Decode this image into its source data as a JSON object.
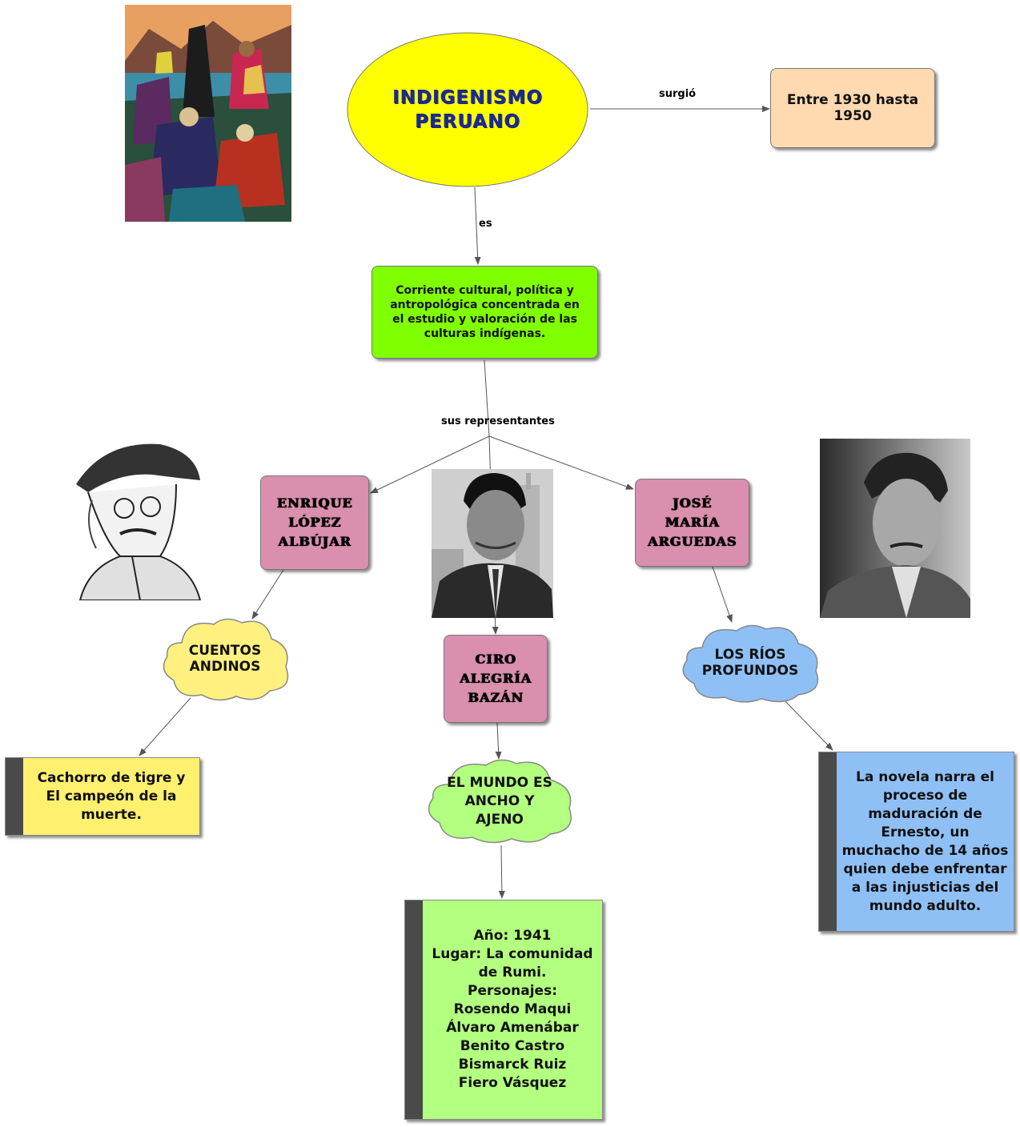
{
  "title": "INDIGENISMO PERUANO",
  "links": {
    "surgio": "surgió",
    "es": "es",
    "representantes": "sus representantes"
  },
  "nodes": {
    "period": "Entre 1930 hasta 1950",
    "definition": "Corriente cultural, política y antropológica concentrada en el estudio y valoración de las culturas indígenas.",
    "author_1": "ENRIQUE LÓPEZ ALBÚJAR",
    "author_2": "CIRO ALEGRÍA BAZÁN",
    "author_3": "JOSÉ MARÍA ARGUEDAS",
    "work_1": "CUENTOS ANDINOS",
    "work_2": "EL MUNDO ES ANCHO Y AJENO",
    "work_3": "LOS RÍOS PROFUNDOS",
    "note_1": "Cachorro de tigre y El campeón de la muerte.",
    "note_2_lines": [
      "Año: 1941",
      "Lugar: La comunidad de Rumi.",
      "Personajes:",
      "Rosendo Maqui",
      "Álvaro Amenábar",
      "Benito Castro",
      "Bismarck Ruiz",
      "Fiero Vásquez"
    ],
    "note_3": "La novela narra el proceso de maduración de Ernesto, un muchacho de 14 años quien debe enfrentar a las injusticias del mundo adulto."
  },
  "colors": {
    "title_fill": "#ffff00",
    "title_text": "#1c2a8c",
    "period_fill": "#ffd9b0",
    "definition_fill": "#80ff00",
    "author_fill": "#d98fad",
    "cloud_yellow": "#fff080",
    "cloud_green": "#b3ff80",
    "cloud_blue": "#8fc0f5",
    "note_yellow": "#fff070",
    "note_green": "#b3ff80",
    "note_blue": "#8fc0f5",
    "edge": "#555555"
  },
  "images": {
    "painting": "andean-painting",
    "portrait_1": "sketch-portrait-lopez-albujar",
    "portrait_2": "photo-portrait-ciro-alegria",
    "portrait_3": "photo-portrait-arguedas"
  }
}
